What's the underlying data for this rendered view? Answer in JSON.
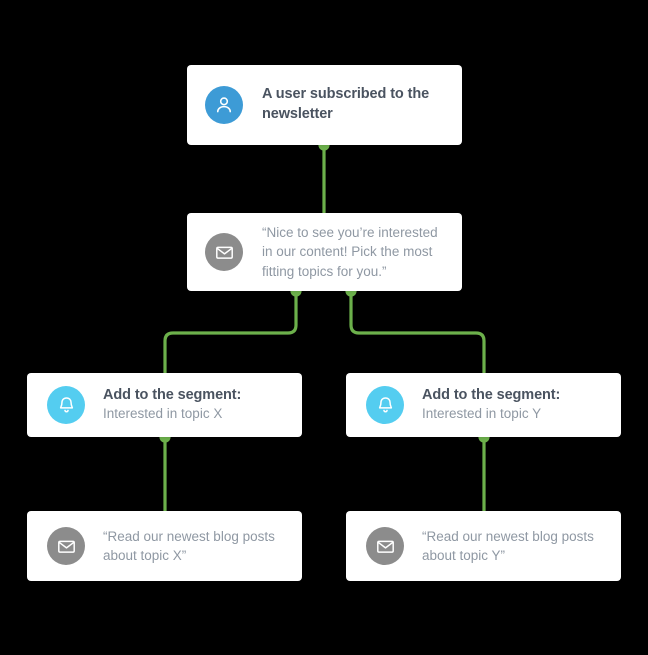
{
  "diagram": {
    "accent_line_color": "#6cb04b",
    "nodes": [
      {
        "id": "trigger",
        "icon": "user-icon",
        "icon_color": "#3d9bd6",
        "title": "A user subscribed to the newsletter",
        "subtitle": ""
      },
      {
        "id": "message-intro",
        "icon": "envelope-icon",
        "icon_color": "#8c8c8c",
        "quote": "“Nice to see you’re interested in our content! Pick the most fitting topics for you.”"
      },
      {
        "id": "segment-x",
        "icon": "bell-icon",
        "icon_color": "#54cdf0",
        "title": "Add to the segment:",
        "subtitle": "Interested in topic X"
      },
      {
        "id": "segment-y",
        "icon": "bell-icon",
        "icon_color": "#54cdf0",
        "title": "Add to the segment:",
        "subtitle": "Interested in topic Y"
      },
      {
        "id": "message-x",
        "icon": "envelope-icon",
        "icon_color": "#8c8c8c",
        "quote": "“Read our newest blog posts about topic X”"
      },
      {
        "id": "message-y",
        "icon": "envelope-icon",
        "icon_color": "#8c8c8c",
        "quote": "“Read our newest blog posts about topic Y”"
      }
    ]
  }
}
